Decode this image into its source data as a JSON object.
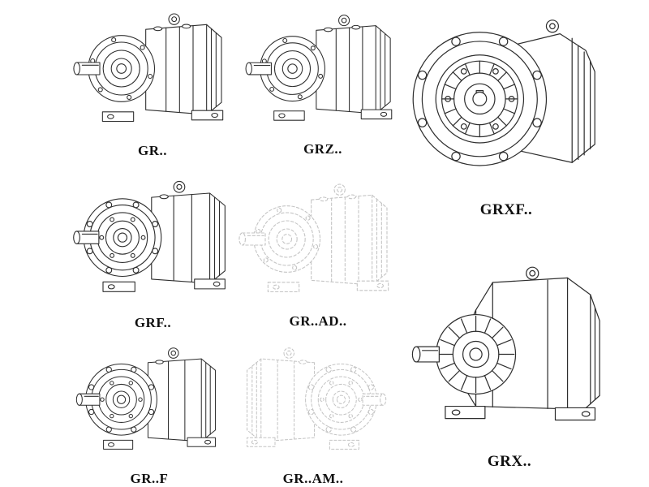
{
  "page": {
    "background_color": "#ffffff",
    "line_color": "#2e2e2e",
    "phantom_line_color": "#c4c4c4",
    "label_color": "#101010"
  },
  "figures": [
    {
      "id": "gr",
      "label": "GR..",
      "style": "solid",
      "icon": "foot-mounted-gear-reducer-drawing"
    },
    {
      "id": "grz",
      "label": "GRZ..",
      "style": "solid",
      "icon": "foot-mounted-gear-reducer-drawing"
    },
    {
      "id": "grxf",
      "label": "GRXF..",
      "style": "solid",
      "icon": "flange-mounted-gear-reducer-front-drawing"
    },
    {
      "id": "grf",
      "label": "GRF..",
      "style": "solid",
      "icon": "flange-input-foot-mounted-gear-reducer-drawing"
    },
    {
      "id": "grad",
      "label": "GR..AD..",
      "style": "phantom",
      "icon": "gear-reducer-with-input-adapter-phantom-drawing"
    },
    {
      "id": "grx",
      "label": "GRX..",
      "style": "solid",
      "icon": "large-foot-mounted-gear-reducer-drawing"
    },
    {
      "id": "grf2",
      "label": "GR..F",
      "style": "solid",
      "icon": "flange-input-foot-mounted-gear-reducer-drawing"
    },
    {
      "id": "gram",
      "label": "GR..AM..",
      "style": "phantom",
      "icon": "gear-reducer-with-motor-adapter-flange-phantom-drawing"
    }
  ]
}
